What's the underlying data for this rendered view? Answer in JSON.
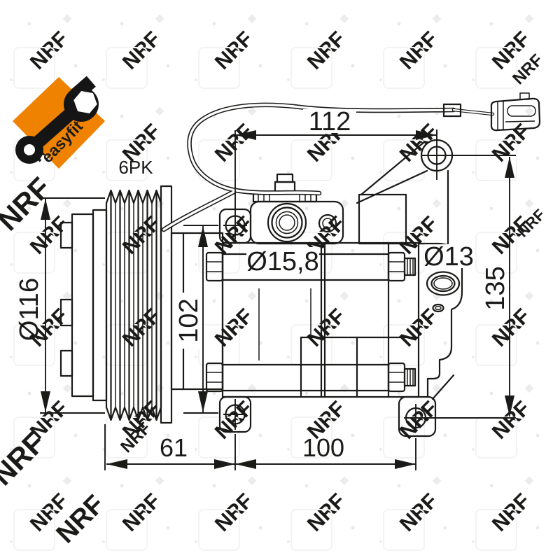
{
  "logo": {
    "badge_text": "easyfit",
    "badge_color": "#ef8200",
    "icon": "wrench-icon",
    "icon_color": "#151515"
  },
  "watermark": {
    "text": "NRF",
    "tile_color": "#ededed",
    "accent_color": "#d9d9d9"
  },
  "labels": {
    "belt_type": "6PK"
  },
  "dimensions": {
    "top_span": "112",
    "pulley_diameter": "Ø116",
    "suction_port_diameter": "Ø15,8",
    "mount_hole_diameter": "Ø13",
    "mount_center_height": "102",
    "overall_height": "135",
    "pulley_to_front_mount": "61",
    "mount_spacing": "100"
  },
  "drawing": {
    "line_color": "#1a1a18",
    "background": "#ffffff"
  }
}
